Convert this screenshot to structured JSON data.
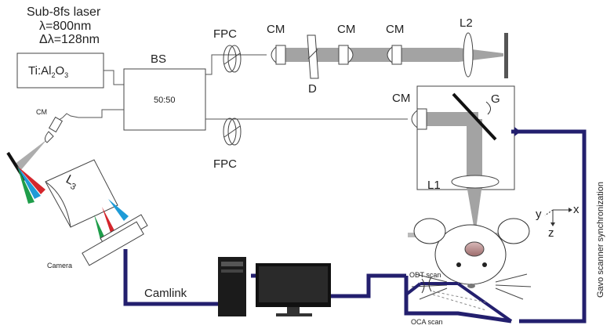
{
  "laser": {
    "title": "Sub-8fs laser",
    "wavelength": "λ=800nm",
    "bandwidth": "Δλ=128nm",
    "source_main": "Ti:Al",
    "source_sub1": "2",
    "source_mid": "O",
    "source_sub2": "3"
  },
  "splitter": {
    "label": "BS",
    "ratio": "50:50"
  },
  "components": {
    "fpc_top": "FPC",
    "fpc_bottom": "FPC",
    "cm_ref_1": "CM",
    "cm_ref_2": "CM",
    "cm_ref_3": "CM",
    "cm_sample": "CM",
    "cm_detection": "CM",
    "dispersion": "D",
    "lens_ref": "L2",
    "lens_sample": "L1",
    "galvo": "G",
    "lens_spectrometer": "L",
    "lens_spectrometer_sub": "3",
    "camera": "Camera"
  },
  "axes": {
    "x": "x",
    "y": "y",
    "z": "z"
  },
  "links": {
    "camlink": "Camlink",
    "sync": "Gavo scanner synchronization",
    "odt_scan": "ODT scan",
    "oca_scan": "OCA scan"
  },
  "colors": {
    "cable": "#231f6e",
    "beam": "#a3a3a3",
    "spectrum_blue": "#1e9bd7",
    "spectrum_green": "#1f9d4a",
    "spectrum_red": "#d4262c"
  }
}
